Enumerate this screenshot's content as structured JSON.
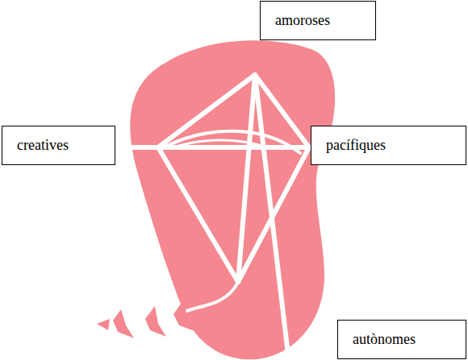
{
  "diagram": {
    "nodes": [
      {
        "text": [
          "amoroses"
        ]
      },
      {
        "text": [
          "creatives"
        ]
      },
      {
        "text": [
          "pacífiques"
        ]
      },
      {
        "text": [
          "autònomes"
        ]
      }
    ]
  }
}
